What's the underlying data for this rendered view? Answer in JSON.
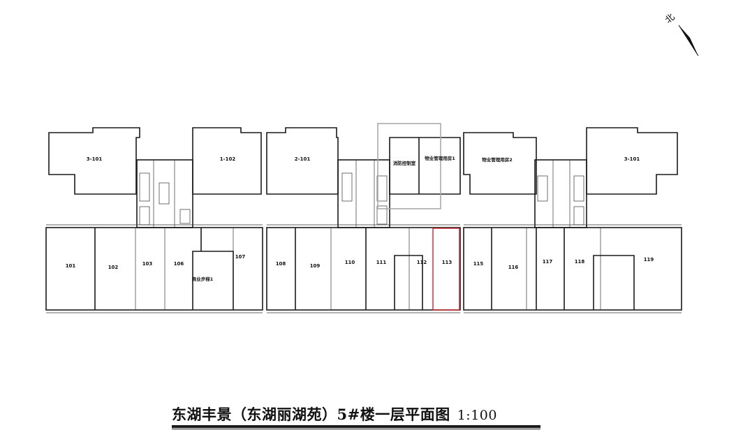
{
  "title": "东湖丰景（东湖丽湖苑）5#楼一层平面图",
  "scale": "1:100",
  "north_label": "北",
  "colors": {
    "highlight": "#c8282d",
    "wall": "#1a1a1a"
  },
  "upper_units": [
    {
      "label": "3-101"
    },
    {
      "label": "1-102"
    },
    {
      "label": "2-101"
    },
    {
      "label": "消防控制室"
    },
    {
      "label": "物业管理用房1"
    },
    {
      "label": "物业管理用房2"
    },
    {
      "label": "3-101"
    }
  ],
  "shops": [
    {
      "label": "101"
    },
    {
      "label": "102"
    },
    {
      "label": "103"
    },
    {
      "label": "106"
    },
    {
      "label": "107"
    },
    {
      "label": "108"
    },
    {
      "label": "109"
    },
    {
      "label": "110"
    },
    {
      "label": "111"
    },
    {
      "label": "112"
    },
    {
      "label": "113"
    },
    {
      "label": "115"
    },
    {
      "label": "116"
    },
    {
      "label": "117"
    },
    {
      "label": "118"
    },
    {
      "label": "119"
    }
  ],
  "special": {
    "stair": "商业步梯1"
  }
}
